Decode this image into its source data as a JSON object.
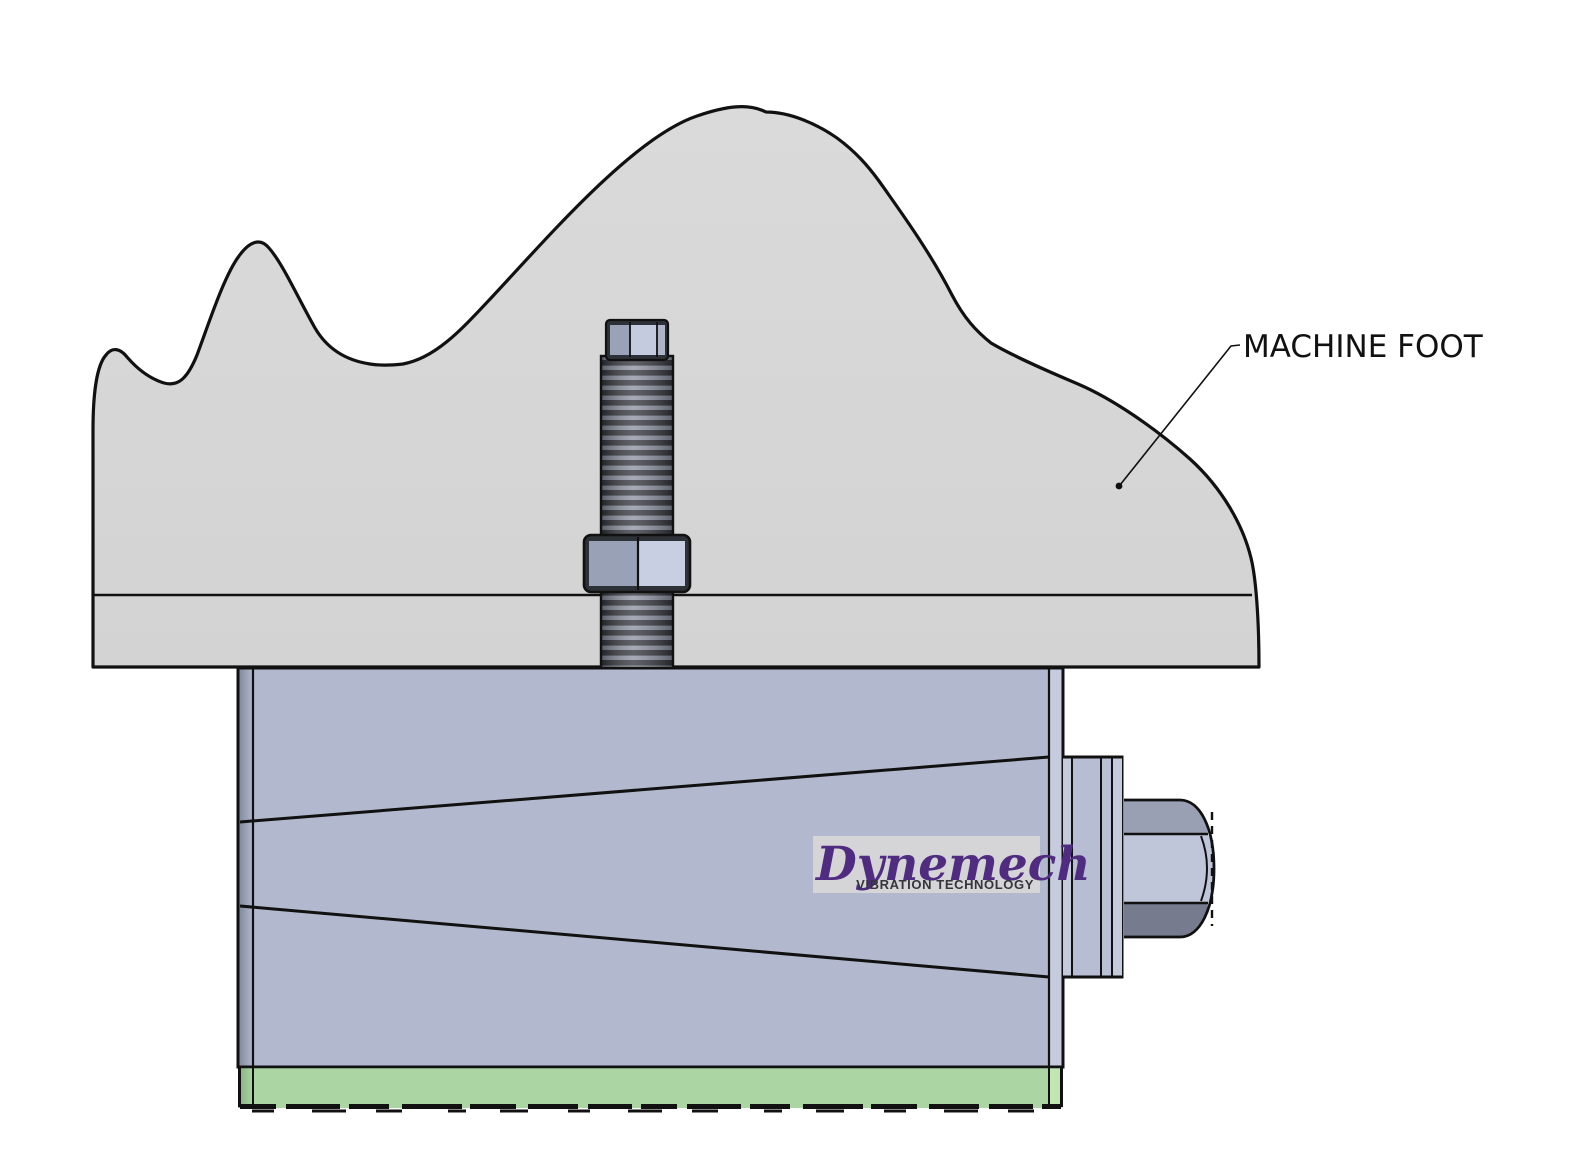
{
  "label": {
    "machine_foot": "MACHINE FOOT"
  },
  "logo": {
    "brand": "Dynemech",
    "tagline": "VIBRATION TECHNOLOGY"
  },
  "colors": {
    "background": "#ffffff",
    "outline": "#111111",
    "machine_foot_gray": "#d7d7d7",
    "mount_body": "#b2b8ce",
    "mount_body_edge_light": "#c6ccdd",
    "mount_body_edge_dark": "#7f8599",
    "base_pad_green": "#abd6a3",
    "base_pad_green_light": "#c1e6b4",
    "base_pad_green_dark": "#92bd8c",
    "logo_purple": "#4f2c80",
    "logo_tagline_dark": "#36343c",
    "logo_background": "#d5d5d7",
    "hardware_dark": "#2e3138",
    "hardware_mid": "#9aa2b8",
    "hardware_light": "#c9cfe2",
    "bolt_band_top": "#9aa0b4",
    "bolt_band_mid": "#c0c6d9",
    "bolt_band_bottom": "#767b8e"
  }
}
